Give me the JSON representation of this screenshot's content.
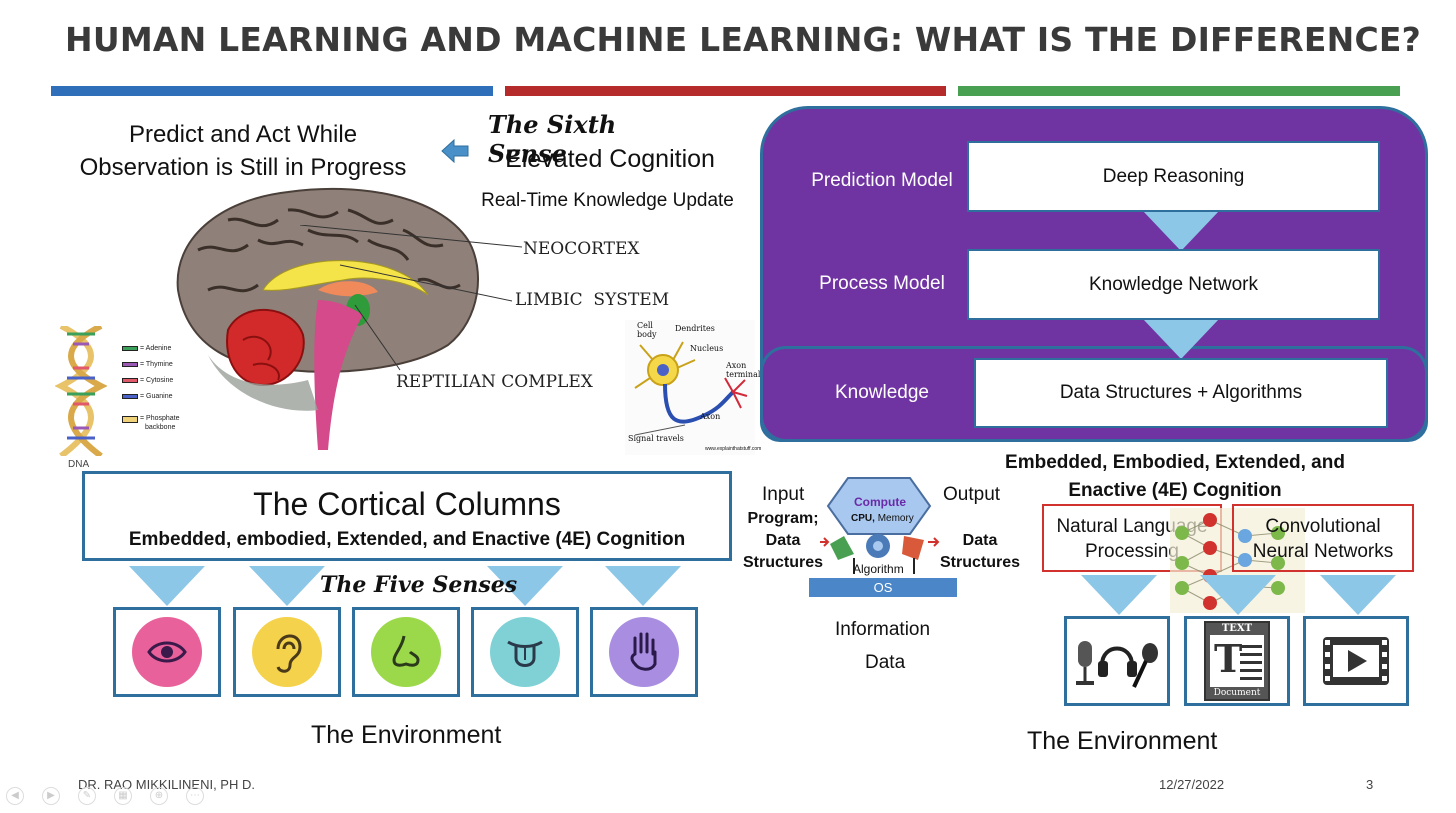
{
  "slide": {
    "title": "HUMAN LEARNING AND MACHINE LEARNING: WHAT IS THE DIFFERENCE?",
    "bars": [
      "#2f6fba",
      "#b52a2a",
      "#4aa052"
    ]
  },
  "left": {
    "predict_line1": "Predict and Act While",
    "predict_line2": "Observation is Still in Progress",
    "sixth_sense": "The Sixth Sense",
    "elevated": "Elevated Cognition",
    "realtime": "Real-Time Knowledge Update",
    "brain_labels": {
      "neocortex": "NEOCORTEX",
      "limbic": "LIMBIC  SYSTEM",
      "reptilian": "REPTILIAN COMPLEX"
    },
    "dna": {
      "label": "DNA",
      "legend": [
        "= Adenine",
        "= Thymine",
        "= Cytosine",
        "= Guanine",
        "= Phosphate",
        "backbone"
      ],
      "colors": [
        "#3aa05a",
        "#9b59b6",
        "#e05a6a",
        "#4a62c8",
        "#f0d27a"
      ]
    },
    "neuron": {
      "cell_body": "Cell",
      "cell_body2": "body",
      "dendrites": "Dendrites",
      "nucleus": "Nucleus",
      "axon_terminals": "Axon",
      "axon_terminals2": "terminals",
      "axon": "Axon",
      "signal": "Signal travels",
      "credit": "www.explainthatstuff.com"
    },
    "cortical_title": "The Cortical Columns",
    "cortical_sub": "Embedded, embodied, Extended, and Enactive (4E) Cognition",
    "five_senses": "The Five Senses",
    "senses": [
      {
        "icon": "eye-icon",
        "color": "#e9619a"
      },
      {
        "icon": "ear-icon",
        "color": "#f4d24b"
      },
      {
        "icon": "nose-icon",
        "color": "#9bd84a"
      },
      {
        "icon": "tongue-icon",
        "color": "#7fd1d6"
      },
      {
        "icon": "hand-icon",
        "color": "#a98de0"
      }
    ],
    "environment": "The Environment"
  },
  "machine": {
    "rows": [
      {
        "label": "Prediction Model",
        "box": "Deep Reasoning"
      },
      {
        "label": "Process Model",
        "box": "Knowledge Network"
      },
      {
        "label": "Knowledge",
        "box": "Data Structures + Algorithms"
      }
    ],
    "purple": "#7034a2",
    "four_e_line1": "Embedded, Embodied, Extended, and",
    "four_e_line2": "Enactive (4E) Cognition",
    "nlp_line1": "Natural Language",
    "nlp_line2": "Processing",
    "cnn_line1": "Convolutional",
    "cnn_line2": "Neural Networks",
    "media": [
      {
        "icon": "microphone-headset-icon"
      },
      {
        "icon": "text-document-icon",
        "top": "TEXT",
        "bottom": "Document"
      },
      {
        "icon": "video-film-icon"
      }
    ],
    "environment": "The Environment"
  },
  "computer": {
    "input": "Input",
    "output": "Output",
    "program_line1": "Program;",
    "program_line2": "Data",
    "program_line3": "Structures",
    "data_line1": "Data",
    "data_line2": "Structures",
    "compute": "Compute",
    "cpu": "CPU,",
    "memory": "Memory",
    "algorithm": "Algorithm",
    "os": "OS",
    "information": "Information",
    "data": "Data"
  },
  "footer": {
    "author": "DR. RAO MIKKILINENI, PH D.",
    "date": "12/27/2022",
    "page": "3"
  }
}
